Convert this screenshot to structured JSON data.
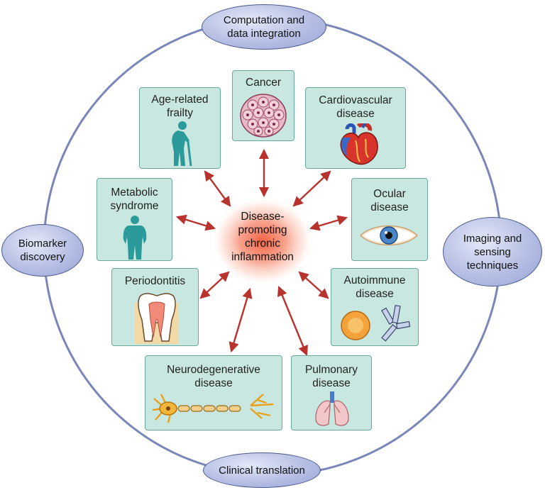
{
  "center": {
    "label": "Disease-\npromoting\nchronic\ninflammation"
  },
  "ovals": {
    "top": "Computation and\ndata integration",
    "left": "Biomarker\ndiscovery",
    "right": "Imaging and\nsensing\ntechniques",
    "bottom": "Clinical translation"
  },
  "diseases": {
    "cancer": "Cancer",
    "cardiovascular": "Cardiovascular\ndisease",
    "ocular": "Ocular\ndisease",
    "autoimmune": "Autoimmune\ndisease",
    "pulmonary": "Pulmonary\ndisease",
    "neurodegenerative": "Neurodegenerative\ndisease",
    "periodontitis": "Periodontitis",
    "metabolic": "Metabolic\nsyndrome",
    "frailty": "Age-related\nfrailty"
  },
  "icons": [
    "cell-cluster-icon",
    "heart-icon",
    "eye-icon",
    "immune-cell-antibody-icon",
    "lungs-icon",
    "neuron-icon",
    "tooth-icon",
    "body-silhouette-icon",
    "elderly-person-icon"
  ],
  "colors": {
    "box_fill": "#c9e7e1",
    "box_border": "#6aa89c",
    "arrow": "#b8322e",
    "ring": "#7b86b8",
    "oval_fill": "#b6bfe4",
    "glow": "#f15a3a"
  }
}
